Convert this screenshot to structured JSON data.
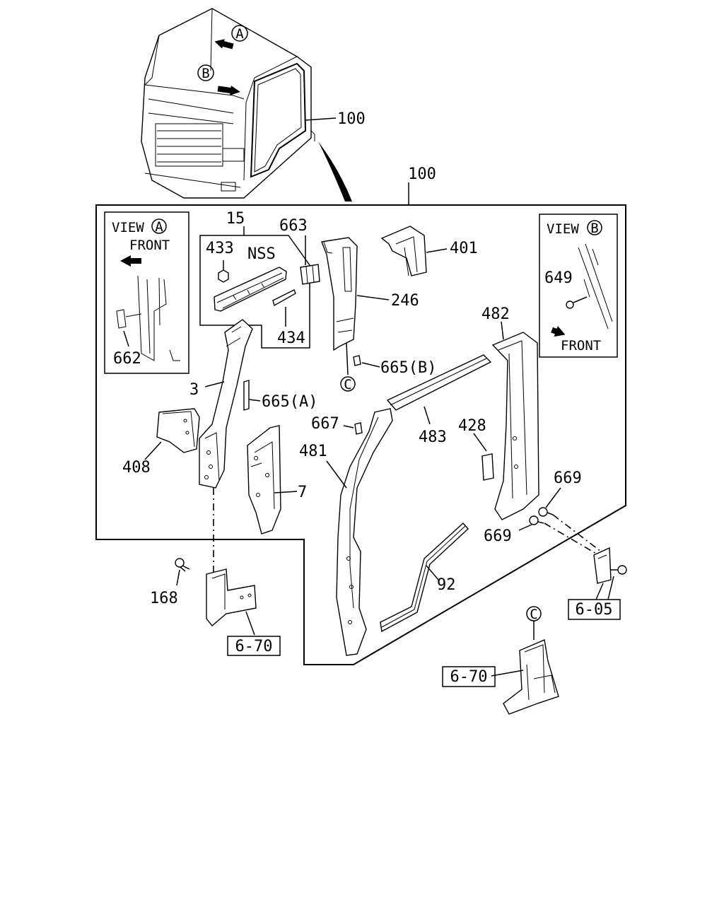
{
  "view_a": {
    "title": "VIEW",
    "marker": "A",
    "direction": "FRONT",
    "part": "662"
  },
  "view_b": {
    "title": "VIEW",
    "marker": "B",
    "direction": "FRONT",
    "part": "649"
  },
  "cab": {
    "marker_a": "A",
    "marker_b": "B",
    "label": "100"
  },
  "assembly_label": "100",
  "parts": {
    "p15": "15",
    "p433": "433",
    "nss": "NSS",
    "p663": "663",
    "p401": "401",
    "p246": "246",
    "p434": "434",
    "p665b": "665(B)",
    "marker_c": "C",
    "p3": "3",
    "p665a": "665(A)",
    "p482": "482",
    "p408": "408",
    "p667": "667",
    "p483": "483",
    "p428": "428",
    "p481": "481",
    "p7": "7",
    "p669a": "669",
    "p669b": "669",
    "p92": "92",
    "p168": "168"
  },
  "references": {
    "ref_670_left": "6-70",
    "ref_605": "6-05",
    "ref_670_right": "6-70",
    "marker_c2": "C"
  }
}
